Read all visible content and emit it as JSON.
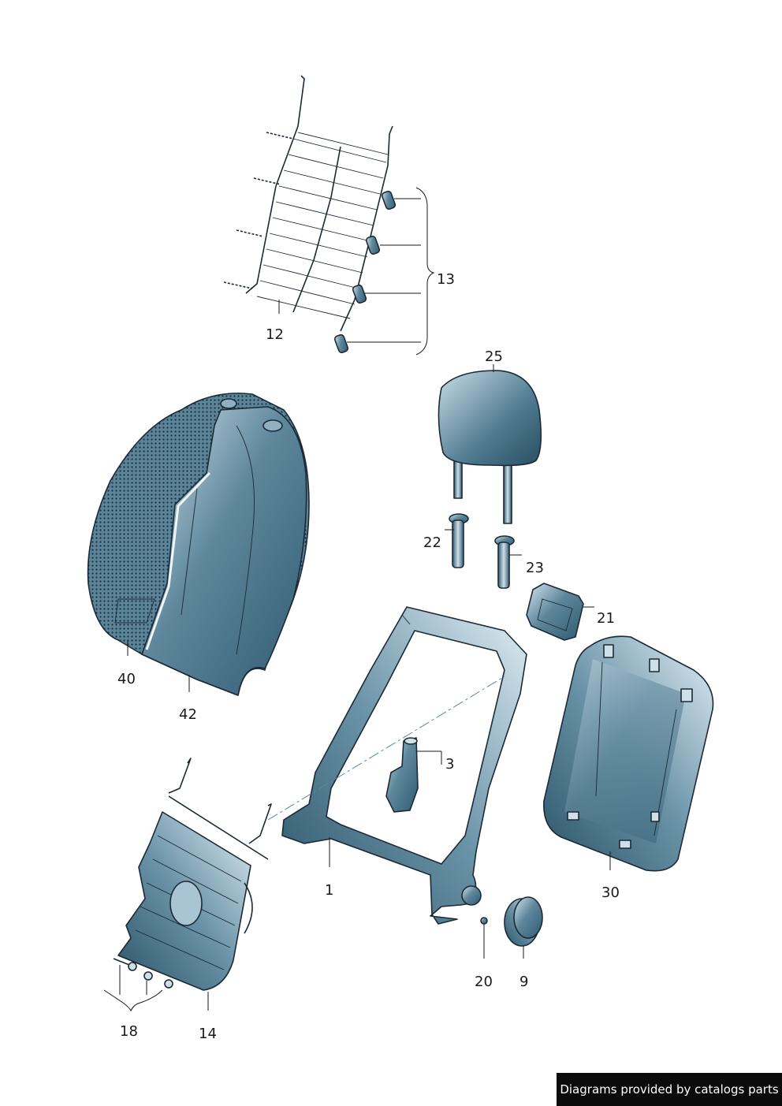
{
  "colors": {
    "part_dark": "#2f5a70",
    "part_mid": "#5e879c",
    "part_light": "#d7e6ee",
    "outline": "#1b2a35"
  },
  "labels": {
    "p1": "1",
    "p3": "3",
    "p9": "9",
    "p12": "12",
    "p13": "13",
    "p14": "14",
    "p18": "18",
    "p20": "20",
    "p21": "21",
    "p22": "22",
    "p23": "23",
    "p25": "25",
    "p30": "30",
    "p40": "40",
    "p42": "42"
  },
  "credit": "Diagrams provided by catalogs parts"
}
